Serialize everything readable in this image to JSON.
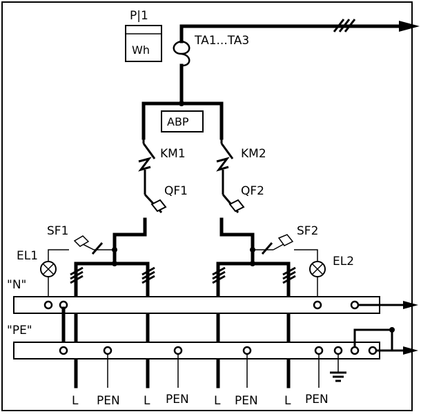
{
  "meter": {
    "label": "P|1",
    "unit": "Wh"
  },
  "current_transformers": {
    "label": "TA1...TA3"
  },
  "transfer_switch": {
    "label": "ABP"
  },
  "contactors": [
    {
      "label": "KM1"
    },
    {
      "label": "KM2"
    }
  ],
  "breakers": [
    {
      "label": "QF1"
    },
    {
      "label": "QF2"
    }
  ],
  "light_switches": [
    {
      "label": "SF1"
    },
    {
      "label": "SF2"
    }
  ],
  "lamps": [
    {
      "label": "EL1"
    },
    {
      "label": "EL2"
    }
  ],
  "buses": {
    "n_label": "\"N\"",
    "pe_label": "\"PE\""
  },
  "outputs": [
    {
      "label": "L"
    },
    {
      "label": "PEN"
    },
    {
      "label": "L"
    },
    {
      "label": "PEN"
    },
    {
      "label": "L"
    },
    {
      "label": "PEN"
    },
    {
      "label": "L"
    },
    {
      "label": "PEN"
    }
  ]
}
